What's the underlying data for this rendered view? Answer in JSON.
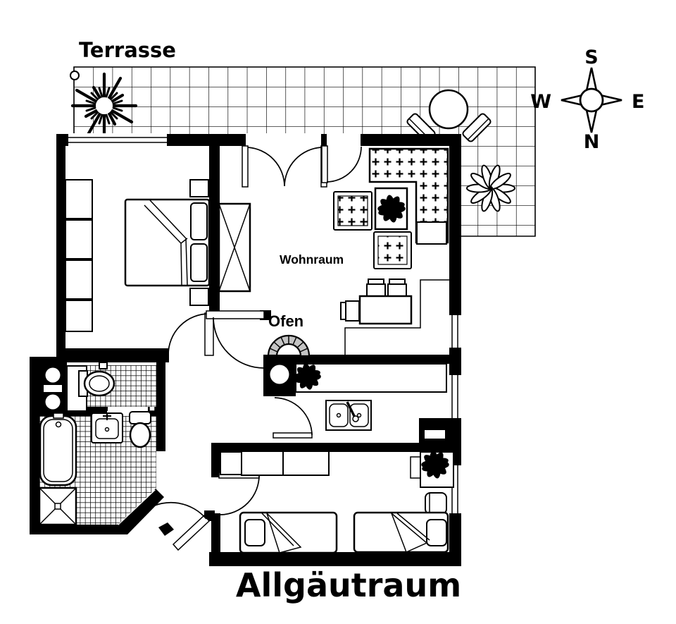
{
  "title": "Allgäutraum",
  "labels": {
    "terrace": "Terrasse",
    "living_room": "Wohnraum",
    "stove": "Ofen",
    "plan_title": "Allgäutraum"
  },
  "compass": {
    "top": "S",
    "right": "E",
    "bottom": "N",
    "left": "W"
  },
  "colors": {
    "ink": "#000000",
    "paper": "#ffffff",
    "stove_arch": "#c4c4c4"
  },
  "symbols": {
    "sun": "starburst-icon",
    "flower": "flower-icon",
    "plant": "plant-icon",
    "compass": "compass-rose-icon"
  }
}
